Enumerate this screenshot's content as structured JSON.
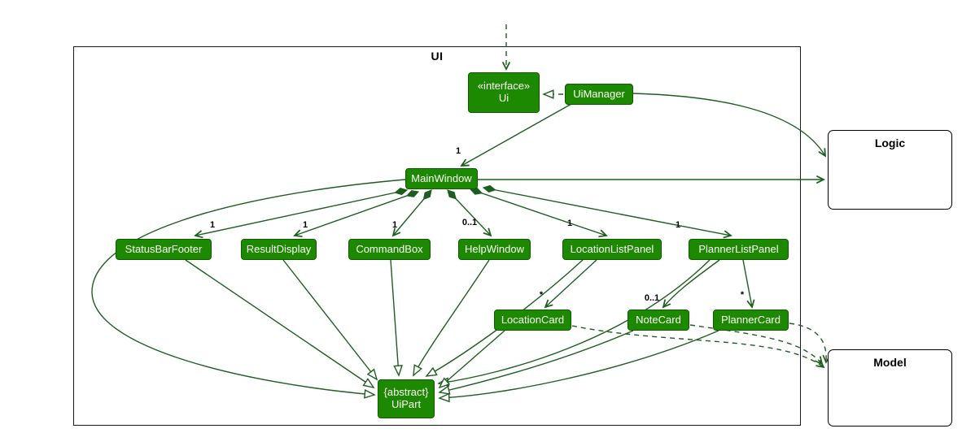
{
  "diagram": {
    "frame_label": "UI",
    "classes": {
      "ui_interface": {
        "stereotype": "«interface»",
        "name": "Ui"
      },
      "ui_manager": {
        "name": "UiManager"
      },
      "main_window": {
        "name": "MainWindow"
      },
      "status_bar_footer": {
        "name": "StatusBarFooter"
      },
      "result_display": {
        "name": "ResultDisplay"
      },
      "command_box": {
        "name": "CommandBox"
      },
      "help_window": {
        "name": "HelpWindow"
      },
      "location_list_panel": {
        "name": "LocationListPanel"
      },
      "planner_list_panel": {
        "name": "PlannerListPanel"
      },
      "location_card": {
        "name": "LocationCard"
      },
      "note_card": {
        "name": "NoteCard"
      },
      "planner_card": {
        "name": "PlannerCard"
      },
      "ui_part": {
        "stereotype": "{abstract}",
        "name": "UiPart"
      }
    },
    "external_boxes": {
      "logic": {
        "label": "Logic"
      },
      "model": {
        "label": "Model"
      }
    },
    "edges": [
      {
        "from": "",
        "to": "Ui",
        "type": "dashed-dependency",
        "label": ""
      },
      {
        "from": "UiManager",
        "to": "Ui",
        "type": "realization",
        "label": ""
      },
      {
        "from": "UiManager",
        "to": "Logic",
        "type": "association",
        "label": ""
      },
      {
        "from": "UiManager",
        "to": "MainWindow",
        "type": "association",
        "label": "1"
      },
      {
        "from": "MainWindow",
        "to": "Logic",
        "type": "association",
        "label": ""
      },
      {
        "from": "MainWindow",
        "to": "StatusBarFooter",
        "type": "composition",
        "label": "1"
      },
      {
        "from": "MainWindow",
        "to": "ResultDisplay",
        "type": "composition",
        "label": "1"
      },
      {
        "from": "MainWindow",
        "to": "CommandBox",
        "type": "composition",
        "label": "1"
      },
      {
        "from": "MainWindow",
        "to": "HelpWindow",
        "type": "composition",
        "label": "0..1"
      },
      {
        "from": "MainWindow",
        "to": "LocationListPanel",
        "type": "composition",
        "label": "1"
      },
      {
        "from": "MainWindow",
        "to": "PlannerListPanel",
        "type": "composition",
        "label": "1"
      },
      {
        "from": "LocationListPanel",
        "to": "LocationCard",
        "type": "association",
        "label": "*"
      },
      {
        "from": "PlannerListPanel",
        "to": "NoteCard",
        "type": "association",
        "label": "0..1"
      },
      {
        "from": "PlannerListPanel",
        "to": "PlannerCard",
        "type": "association",
        "label": "*"
      },
      {
        "from": "MainWindow",
        "to": "UiPart",
        "type": "inheritance",
        "label": ""
      },
      {
        "from": "StatusBarFooter",
        "to": "UiPart",
        "type": "inheritance",
        "label": ""
      },
      {
        "from": "ResultDisplay",
        "to": "UiPart",
        "type": "inheritance",
        "label": ""
      },
      {
        "from": "CommandBox",
        "to": "UiPart",
        "type": "inheritance",
        "label": ""
      },
      {
        "from": "HelpWindow",
        "to": "UiPart",
        "type": "inheritance",
        "label": ""
      },
      {
        "from": "LocationListPanel",
        "to": "UiPart",
        "type": "inheritance",
        "label": ""
      },
      {
        "from": "PlannerListPanel",
        "to": "UiPart",
        "type": "inheritance",
        "label": ""
      },
      {
        "from": "LocationCard",
        "to": "UiPart",
        "type": "inheritance",
        "label": ""
      },
      {
        "from": "NoteCard",
        "to": "UiPart",
        "type": "inheritance",
        "label": ""
      },
      {
        "from": "PlannerCard",
        "to": "UiPart",
        "type": "inheritance",
        "label": ""
      },
      {
        "from": "LocationCard",
        "to": "Model",
        "type": "dashed-dependency",
        "label": ""
      },
      {
        "from": "NoteCard",
        "to": "Model",
        "type": "dashed-dependency",
        "label": ""
      },
      {
        "from": "PlannerCard",
        "to": "Model",
        "type": "dashed-dependency",
        "label": ""
      }
    ],
    "colors": {
      "class_fill": "#1D8900",
      "class_border": "#0d5c00",
      "edge": "#1d5e1f",
      "frame_border": "#1a1a1a"
    }
  }
}
